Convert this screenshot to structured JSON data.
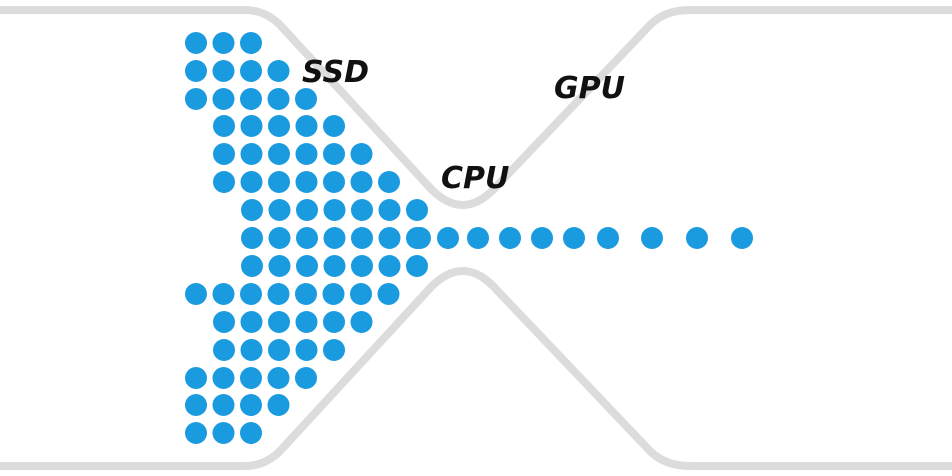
{
  "diagram": {
    "labels": {
      "ssd": "SSD",
      "cpu": "CPU",
      "gpu": "GPU"
    },
    "colors": {
      "dot": "#1a9be0",
      "outline": "#dcdcdc",
      "text": "#111111"
    }
  }
}
